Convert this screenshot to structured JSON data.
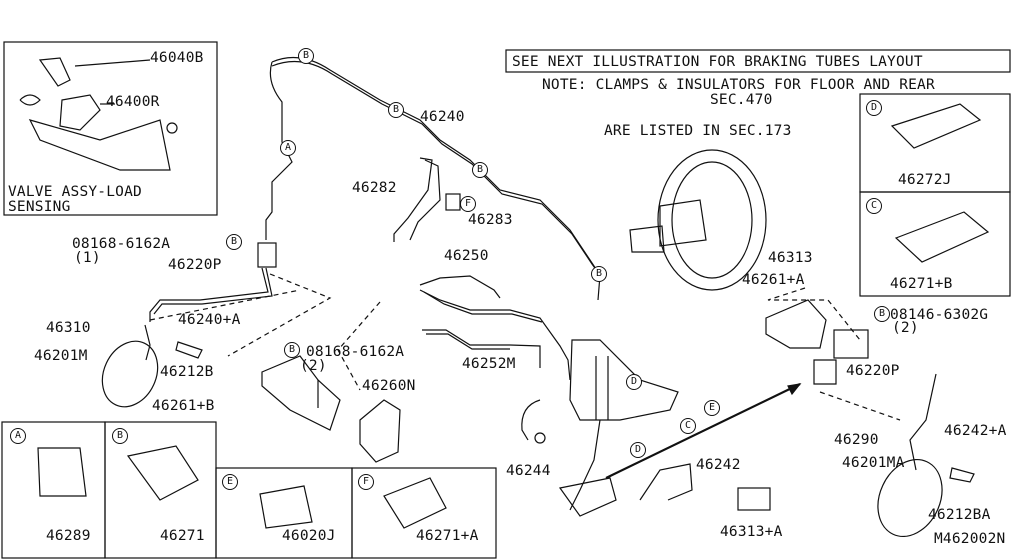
{
  "diagram_id": "M462002N",
  "notes": {
    "see_next": "SEE NEXT ILLUSTRATION FOR BRAKING TUBES LAYOUT",
    "note1": "NOTE: CLAMPS & INSULATORS FOR FLOOR AND REAR",
    "note2": "SEC.470",
    "note3": "ARE LISTED IN SEC.173"
  },
  "inset": {
    "valve_label1": "VALVE ASSY-LOAD",
    "valve_label2": "SENSING",
    "p46040B": "46040B",
    "p46400R": "46400R"
  },
  "parts": {
    "p46240": "46240",
    "p46282": "46282",
    "p46283": "46283",
    "p46250": "46250",
    "p46252M": "46252M",
    "p46244": "46244",
    "p46242": "46242",
    "p46313A": "46313+A",
    "p46313": "46313",
    "p46261A": "46261+A",
    "p08146": "08146-6302G",
    "p08146q": "(2)",
    "p46220P_r": "46220P",
    "p46290": "46290",
    "p46242A": "46242+A",
    "p46201MA": "46201MA",
    "p46212BA": "46212BA",
    "p08168a": "08168-6162A",
    "p08168aq": "(1)",
    "p46220P_l": "46220P",
    "p46240A": "46240+A",
    "p46310": "46310",
    "p46201M": "46201M",
    "p46212B": "46212B",
    "p08168b": "08168-6162A",
    "p08168bq": "(2)",
    "p46260N": "46260N",
    "p46261B": "46261+B",
    "p46272J": "46272J",
    "p46271B": "46271+B"
  },
  "clips": {
    "A": {
      "letter": "A",
      "part": "46289"
    },
    "B": {
      "letter": "B",
      "part": "46271"
    },
    "E": {
      "letter": "E",
      "part": "46020J"
    },
    "F": {
      "letter": "F",
      "part": "46271+A"
    },
    "D": {
      "letter": "D"
    },
    "C": {
      "letter": "C"
    }
  },
  "markers": {
    "B": "B",
    "A": "A",
    "F": "F",
    "D": "D",
    "E": "E",
    "C": "C"
  }
}
